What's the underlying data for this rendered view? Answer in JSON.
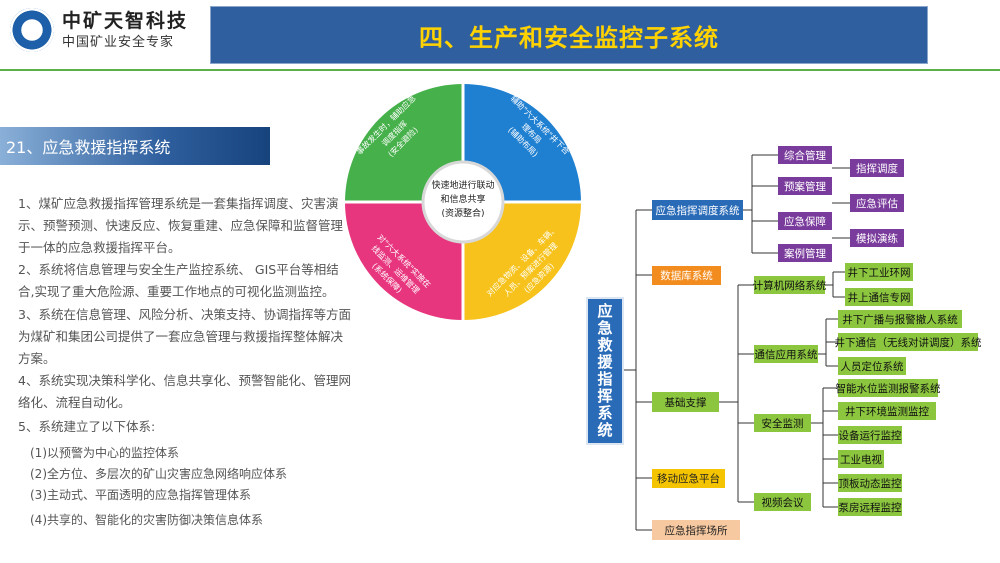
{
  "header": {
    "company_name": "中矿天智科技",
    "slogan": "中国矿业安全专家",
    "slide_title": "四、生产和安全监控子系统"
  },
  "section": {
    "title": "21、应急救援指挥系统"
  },
  "body": {
    "paragraphs": [
      "1、煤矿应急救援指挥管理系统是一套集指挥调度、灾害演示、预警预测、快速反应、恢复重建、应急保障和监督管理于一体的应急救援指挥平台。",
      "2、系统将信息管理与安全生产监控系统、 GIS平台等相结合,实现了重大危险源、重要工作地点的可视化监测监控。",
      "3、系统在信息管理、风险分析、决策支持、协调指挥等方面为煤矿和集团公司提供了一套应急管理与救援指挥整体解决方案。",
      "4、系统实现决策科学化、信息共享化、预警智能化、管理网络化、流程自动化。",
      "5、系统建立了以下体系:"
    ],
    "subitems": [
      "(1)以预警为中心的监控体系",
      "(2)全方位、多层次的矿山灾害应急网络响应体系",
      "(3)主动式、平面透明的应急指挥管理体系",
      "(4)共享的、智能化的灾害防御决策信息体系"
    ]
  },
  "wheel": {
    "center": [
      "快速地进行联动",
      "和信息共享",
      "(资源整合)"
    ],
    "blue_quadrant": [
      "辅助\"六大系统\"井下合",
      "理布局",
      "(辅助布局)"
    ],
    "green_quadrant": [
      "事故发生时，辅助应急",
      "调度指挥",
      "(安全避险)"
    ],
    "pink_quadrant": [
      "对\"六大系统\"实施在",
      "线监测、运维管理",
      "(系统保障)"
    ],
    "yellow_quadrant": [
      "对应急物资、设备、车辆、",
      "人员、预案进行管理",
      "(应急资源)"
    ],
    "colors": {
      "blue": "#1f7fd0",
      "green": "#46b04a",
      "pink": "#e7357e",
      "yellow": "#f6c21b"
    }
  },
  "tree": {
    "root": "应急救援指挥系统",
    "level1": [
      {
        "label": "应急指挥调度系统",
        "color": "blue"
      },
      {
        "label": "数据库系统",
        "color": "orange"
      },
      {
        "label": "基础支撑",
        "color": "green"
      },
      {
        "label": "移动应急平台",
        "color": "gold"
      },
      {
        "label": "应急指挥场所",
        "color": "tan"
      }
    ],
    "dispatch_children": [
      "综合管理",
      "预案管理",
      "应急保障",
      "案例管理"
    ],
    "dispatch_side": [
      "指挥调度",
      "应急评估",
      "模拟演练"
    ],
    "support_children": [
      "计算机网络系统",
      "通信应用系统",
      "安全监测",
      "视频会议"
    ],
    "network_children": [
      "井下工业环网",
      "井上通信专网"
    ],
    "comm_children": [
      "井下广播与报警撤人系统",
      "井下通信（无线对讲调度）系统",
      "人员定位系统"
    ],
    "safety_children": [
      "智能水位监测报警系统",
      "井下环境监测监控",
      "设备运行监控",
      "工业电视",
      "顶板动态监控",
      "泵房远程监控"
    ]
  }
}
